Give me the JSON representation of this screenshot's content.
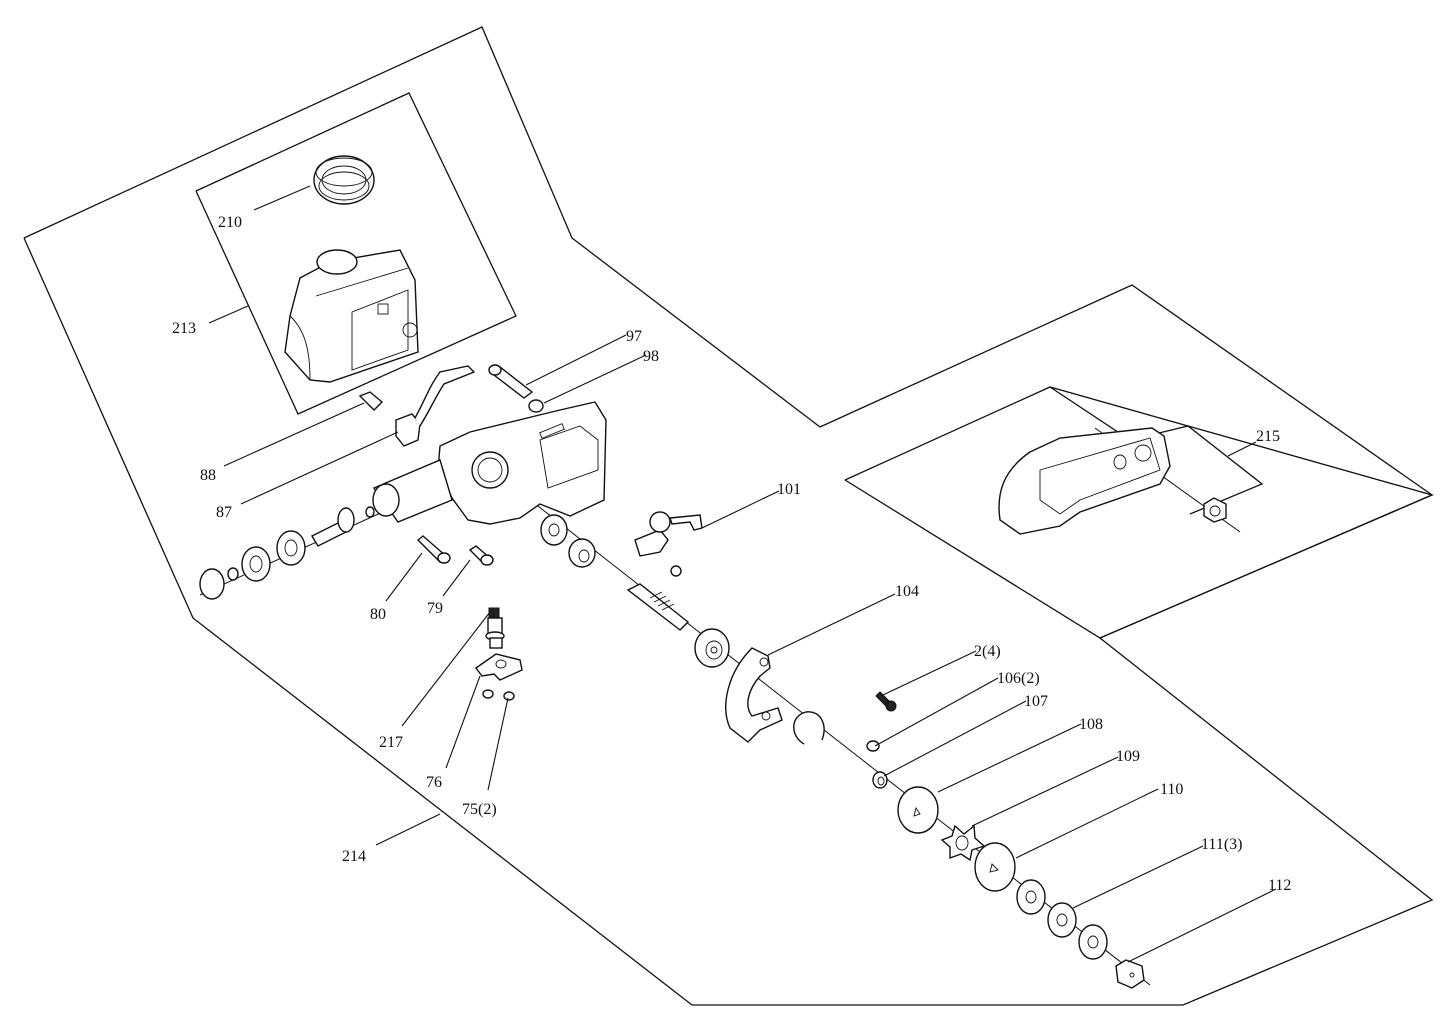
{
  "document": {
    "type": "exploded-parts-diagram",
    "subject": "chain saw gear case / oil tank assembly"
  },
  "groups": [
    {
      "id": "214",
      "label": "214",
      "description": "outer assembly outline"
    },
    {
      "id": "213",
      "label": "213",
      "description": "oil tank assembly outline"
    },
    {
      "id": "215",
      "label": "215",
      "description": "sprocket cover assembly outline"
    }
  ],
  "parts": [
    {
      "id": "210",
      "label": "210",
      "name": "oil tank cap"
    },
    {
      "id": "213",
      "label": "213",
      "name": "oil tank"
    },
    {
      "id": "97",
      "label": "97",
      "name": "pin"
    },
    {
      "id": "98",
      "label": "98",
      "name": "washer"
    },
    {
      "id": "88",
      "label": "88",
      "name": "connector"
    },
    {
      "id": "87",
      "label": "87",
      "name": "lever arm"
    },
    {
      "id": "80",
      "label": "80",
      "name": "screw"
    },
    {
      "id": "79",
      "label": "79",
      "name": "screw"
    },
    {
      "id": "101",
      "label": "101",
      "name": "chain tensioner"
    },
    {
      "id": "104",
      "label": "104",
      "name": "chain catcher plate"
    },
    {
      "id": "217",
      "label": "217",
      "name": "oil pump shaft"
    },
    {
      "id": "76",
      "label": "76",
      "name": "pump plate"
    },
    {
      "id": "75",
      "label": "75(2)",
      "name": "screw",
      "qty": 2
    },
    {
      "id": "214",
      "label": "214",
      "name": "gear case assembly"
    },
    {
      "id": "2",
      "label": "2(4)",
      "name": "screw",
      "qty": 4
    },
    {
      "id": "106",
      "label": "106(2)",
      "name": "screw",
      "qty": 2
    },
    {
      "id": "107",
      "label": "107",
      "name": "bushing"
    },
    {
      "id": "108",
      "label": "108",
      "name": "washer"
    },
    {
      "id": "109",
      "label": "109",
      "name": "sprocket"
    },
    {
      "id": "110",
      "label": "110",
      "name": "washer"
    },
    {
      "id": "111",
      "label": "111(3)",
      "name": "washer",
      "qty": 3
    },
    {
      "id": "112",
      "label": "112",
      "name": "nut"
    },
    {
      "id": "215",
      "label": "215",
      "name": "sprocket cover"
    }
  ]
}
